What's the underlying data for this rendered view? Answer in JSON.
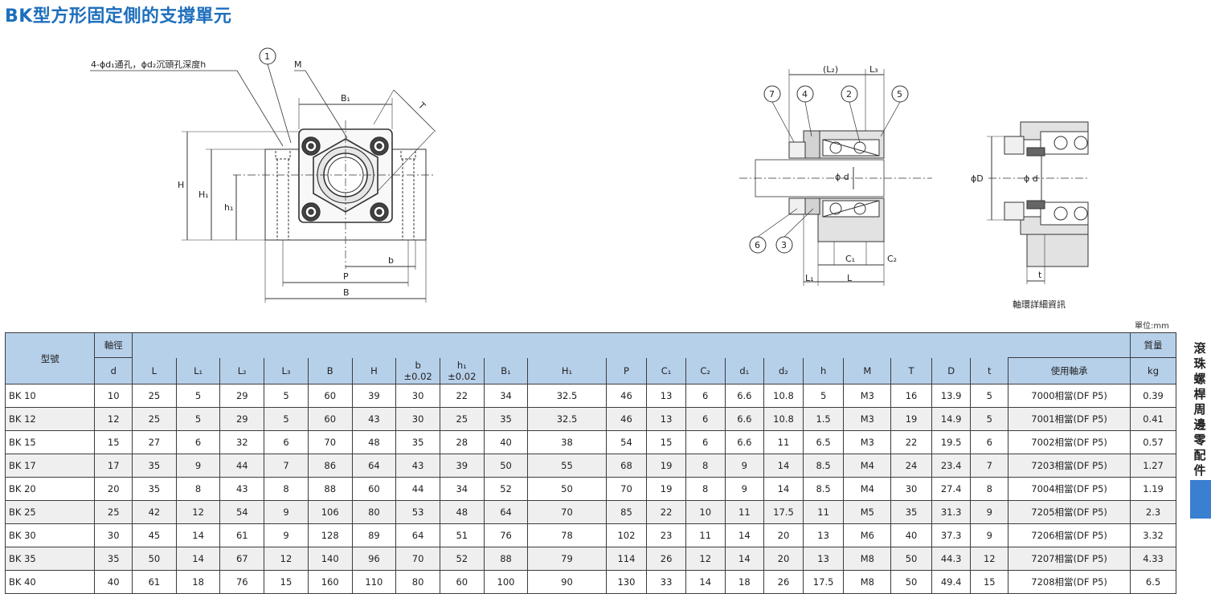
{
  "title": "BK型方形固定側的支撐單元",
  "diagram": {
    "hole_note": "4-ϕd₁通孔，ϕd₂沉頭孔深度h",
    "labels": {
      "M": "M",
      "B1": "B₁",
      "T": "T",
      "H": "H",
      "H1": "H₁",
      "h1": "h₁",
      "b": "b",
      "P": "P",
      "B": "B",
      "L2": "(L₂)",
      "L3": "L₃",
      "phi_d": "ϕ d",
      "phi_D": "ϕD",
      "C1": "C₁",
      "C2": "C₂",
      "L1": "L₁",
      "L": "L",
      "t": "t"
    },
    "callouts": [
      "1",
      "2",
      "3",
      "4",
      "5",
      "6",
      "7"
    ],
    "collar_caption": "軸環詳細資訊"
  },
  "unit_label": "單位:mm",
  "side_label": "滾珠螺桿周邊零配件",
  "table": {
    "header_top": {
      "model": "型號",
      "shaft": "軸徑",
      "mass": "質量"
    },
    "header_cols": [
      "d",
      "L",
      "L₁",
      "L₂",
      "L₃",
      "B",
      "H",
      "b\n±0.02",
      "h₁\n±0.02",
      "B₁",
      "H₁",
      "P",
      "C₁",
      "C₂",
      "d₁",
      "d₂",
      "h",
      "M",
      "T",
      "D",
      "t",
      "使用軸承",
      "kg"
    ],
    "rows": [
      [
        "BK 10",
        "10",
        "25",
        "5",
        "29",
        "5",
        "60",
        "39",
        "30",
        "22",
        "34",
        "32.5",
        "46",
        "13",
        "6",
        "6.6",
        "10.8",
        "5",
        "M3",
        "16",
        "13.9",
        "5",
        "7000相當(DF P5)",
        "0.39"
      ],
      [
        "BK 12",
        "12",
        "25",
        "5",
        "29",
        "5",
        "60",
        "43",
        "30",
        "25",
        "35",
        "32.5",
        "46",
        "13",
        "6",
        "6.6",
        "10.8",
        "1.5",
        "M3",
        "19",
        "14.9",
        "5",
        "7001相當(DF P5)",
        "0.41"
      ],
      [
        "BK 15",
        "15",
        "27",
        "6",
        "32",
        "6",
        "70",
        "48",
        "35",
        "28",
        "40",
        "38",
        "54",
        "15",
        "6",
        "6.6",
        "11",
        "6.5",
        "M3",
        "22",
        "19.5",
        "6",
        "7002相當(DF P5)",
        "0.57"
      ],
      [
        "BK 17",
        "17",
        "35",
        "9",
        "44",
        "7",
        "86",
        "64",
        "43",
        "39",
        "50",
        "55",
        "68",
        "19",
        "8",
        "9",
        "14",
        "8.5",
        "M4",
        "24",
        "23.4",
        "7",
        "7203相當(DF P5)",
        "1.27"
      ],
      [
        "BK 20",
        "20",
        "35",
        "8",
        "43",
        "8",
        "88",
        "60",
        "44",
        "34",
        "52",
        "50",
        "70",
        "19",
        "8",
        "9",
        "14",
        "8.5",
        "M4",
        "30",
        "27.4",
        "8",
        "7004相當(DF P5)",
        "1.19"
      ],
      [
        "BK 25",
        "25",
        "42",
        "12",
        "54",
        "9",
        "106",
        "80",
        "53",
        "48",
        "64",
        "70",
        "85",
        "22",
        "10",
        "11",
        "17.5",
        "11",
        "M5",
        "35",
        "31.3",
        "9",
        "7205相當(DF P5)",
        "2.3"
      ],
      [
        "BK 30",
        "30",
        "45",
        "14",
        "61",
        "9",
        "128",
        "89",
        "64",
        "51",
        "76",
        "78",
        "102",
        "23",
        "11",
        "14",
        "20",
        "13",
        "M6",
        "40",
        "37.3",
        "9",
        "7206相當(DF P5)",
        "3.32"
      ],
      [
        "BK 35",
        "35",
        "50",
        "14",
        "67",
        "12",
        "140",
        "96",
        "70",
        "52",
        "88",
        "79",
        "114",
        "26",
        "12",
        "14",
        "20",
        "13",
        "M8",
        "50",
        "44.3",
        "12",
        "7207相當(DF P5)",
        "4.33"
      ],
      [
        "BK 40",
        "40",
        "61",
        "18",
        "76",
        "15",
        "160",
        "110",
        "80",
        "60",
        "100",
        "90",
        "130",
        "33",
        "14",
        "18",
        "26",
        "17.5",
        "M8",
        "50",
        "49.4",
        "15",
        "7208相當(DF P5)",
        "6.5"
      ]
    ]
  },
  "colors": {
    "title": "#1e6fbd",
    "header_bg": "#b7d0ea",
    "stripe": "#efeff0",
    "side_tab": "#3a7fd0"
  }
}
